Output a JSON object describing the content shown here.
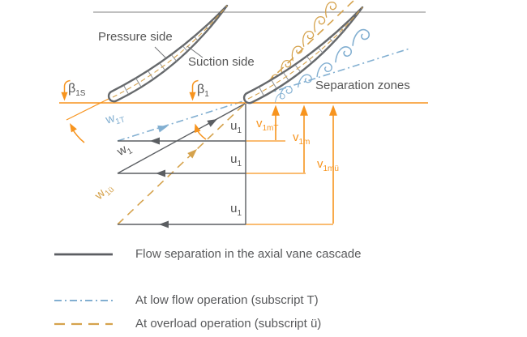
{
  "colors": {
    "accent_orange": "#F7941E",
    "muted_gold": "#D5A24C",
    "steel_blue": "#82AFD1",
    "line_gray": "#5B5E62",
    "text_gray": "#565656"
  },
  "diagram": {
    "labels": {
      "pressure_side": "Pressure side",
      "suction_side": "Suction side",
      "separation_zones": "Separation zones"
    },
    "angles": {
      "beta_1s": {
        "base": "β",
        "sub": "1S"
      },
      "beta_1": {
        "base": "β",
        "sub": "1"
      }
    },
    "vectors": {
      "w1t": {
        "base": "w",
        "sub": "1T"
      },
      "w1": {
        "base": "w",
        "sub": "1"
      },
      "w1u": {
        "base": "w",
        "sub": "1ü"
      },
      "u1": {
        "base": "u",
        "sub": "1"
      },
      "v1mt": {
        "base": "v",
        "sub": "1mT"
      },
      "v1m": {
        "base": "v",
        "sub": "1m"
      },
      "v1mu": {
        "base": "v",
        "sub": "1mü"
      }
    }
  },
  "legend": {
    "items": [
      {
        "style": "solid",
        "label": "Flow separation in the axial vane cascade"
      },
      {
        "style": "dashdot",
        "label": "At low flow operation (subscript T)"
      },
      {
        "style": "dashed",
        "label": "At overload operation (subscript ü)"
      }
    ]
  }
}
